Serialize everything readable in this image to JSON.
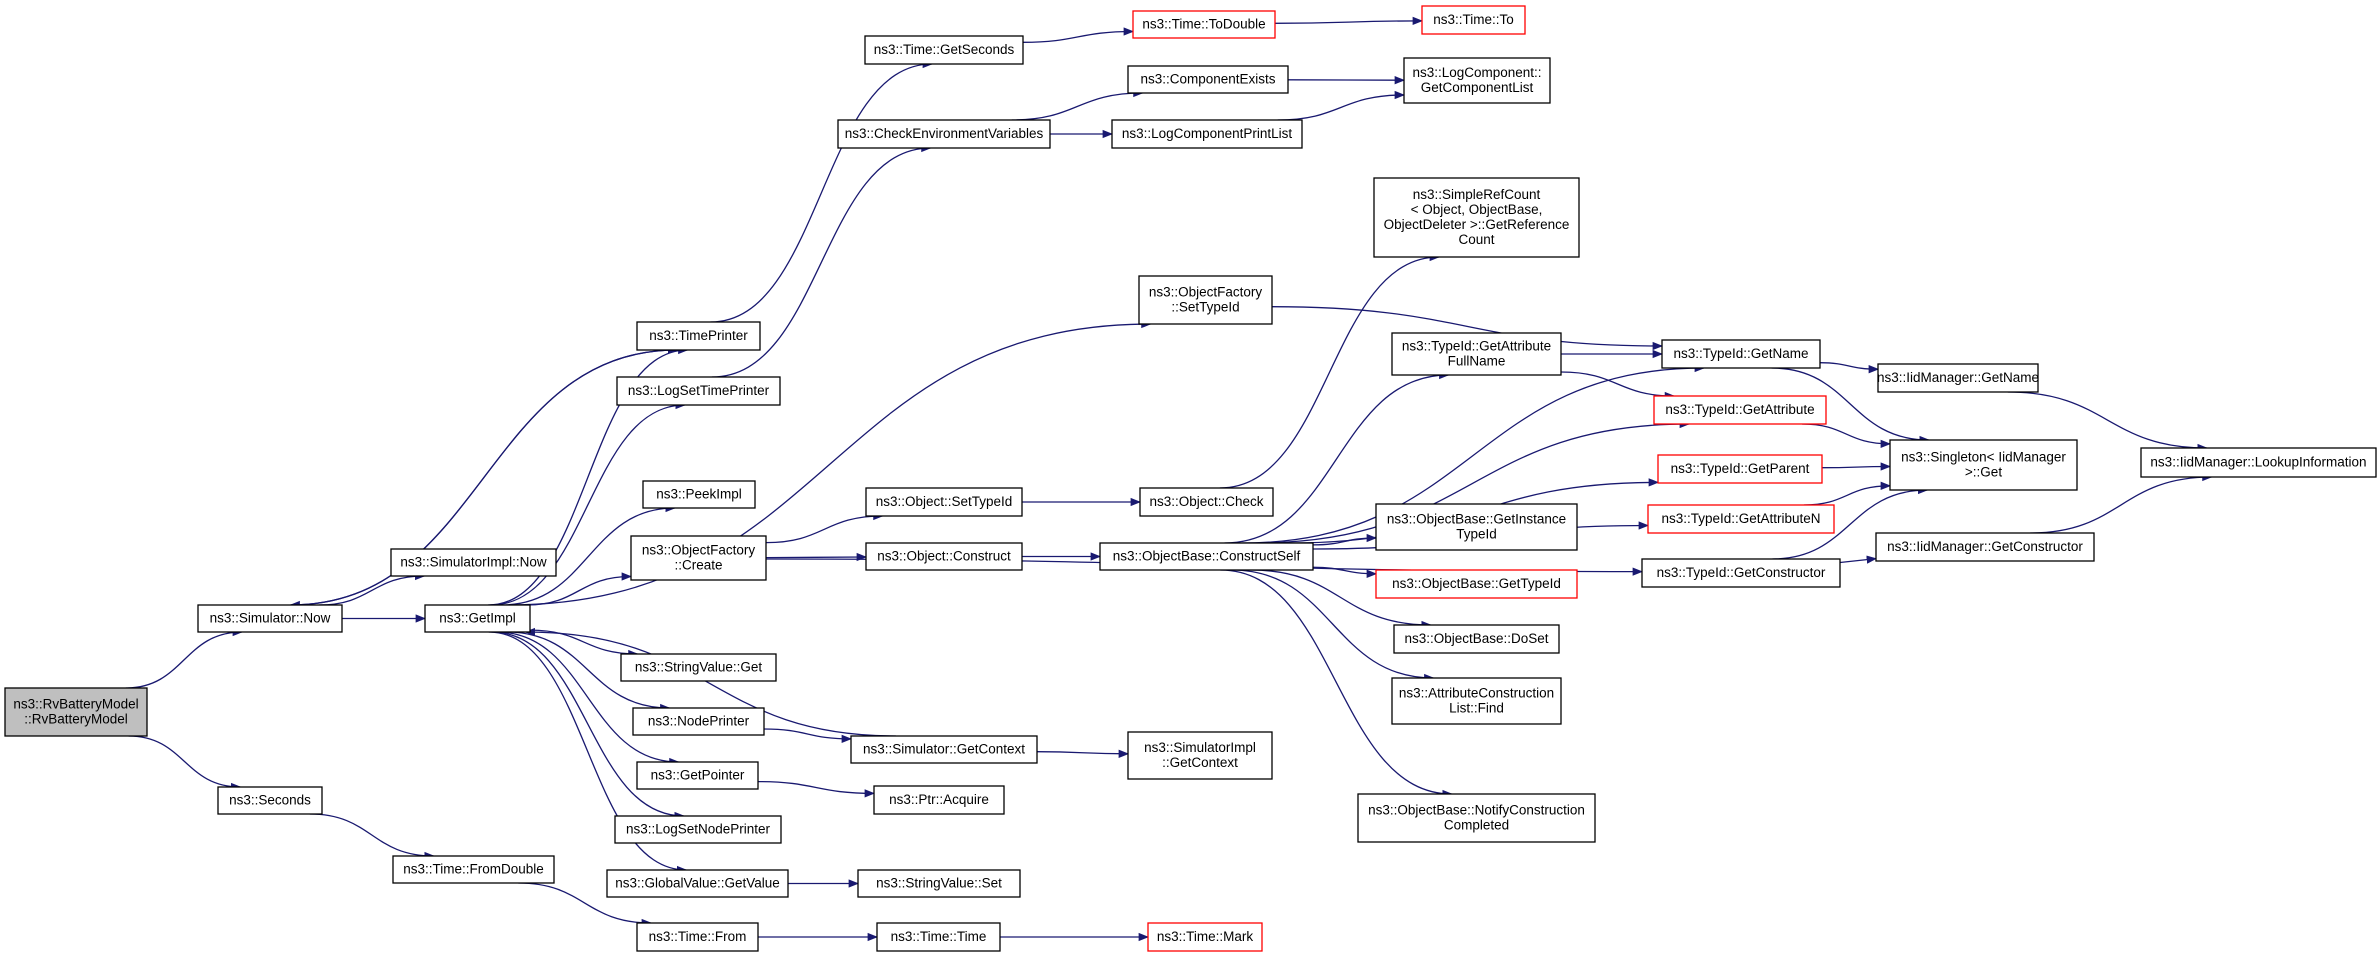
{
  "colors": {
    "edge": "#191970",
    "node_border": "#000000",
    "undocumented_border": "#ff0000",
    "root_fill": "#bfbfbf"
  },
  "nodes": [
    {
      "id": "n0",
      "lines": [
        "ns3::RvBatteryModel",
        "::RvBatteryModel"
      ],
      "style": "root"
    },
    {
      "id": "n1",
      "lines": [
        "ns3::Simulator::Now"
      ]
    },
    {
      "id": "n2",
      "lines": [
        "ns3::Seconds"
      ]
    },
    {
      "id": "n3",
      "lines": [
        "ns3::SimulatorImpl::Now"
      ]
    },
    {
      "id": "n4",
      "lines": [
        "ns3::GetImpl"
      ]
    },
    {
      "id": "n5",
      "lines": [
        "ns3::TimePrinter"
      ]
    },
    {
      "id": "n6",
      "lines": [
        "ns3::Time::FromDouble"
      ]
    },
    {
      "id": "n7",
      "lines": [
        "ns3::Time::GetSeconds"
      ]
    },
    {
      "id": "n8",
      "lines": [
        "ns3::Time::ToDouble"
      ],
      "style": "red"
    },
    {
      "id": "n9",
      "lines": [
        "ns3::Time::To"
      ],
      "style": "red"
    },
    {
      "id": "n10",
      "lines": [
        "ns3::LogSetTimePrinter"
      ]
    },
    {
      "id": "n11",
      "lines": [
        "ns3::PeekImpl"
      ]
    },
    {
      "id": "n12",
      "lines": [
        "ns3::ObjectFactory",
        "::Create"
      ]
    },
    {
      "id": "n13",
      "lines": [
        "ns3::StringValue::Get"
      ]
    },
    {
      "id": "n14",
      "lines": [
        "ns3::NodePrinter"
      ]
    },
    {
      "id": "n15",
      "lines": [
        "ns3::GetPointer"
      ]
    },
    {
      "id": "n16",
      "lines": [
        "ns3::LogSetNodePrinter"
      ]
    },
    {
      "id": "n17",
      "lines": [
        "ns3::GlobalValue::GetValue"
      ]
    },
    {
      "id": "n18",
      "lines": [
        "ns3::Time::From"
      ]
    },
    {
      "id": "n19",
      "lines": [
        "ns3::CheckEnvironmentVariables"
      ]
    },
    {
      "id": "n20",
      "lines": [
        "ns3::ComponentExists"
      ]
    },
    {
      "id": "n21",
      "lines": [
        "ns3::LogComponentPrintList"
      ]
    },
    {
      "id": "n22",
      "lines": [
        "ns3::LogComponent::",
        "GetComponentList"
      ]
    },
    {
      "id": "n23",
      "lines": [
        "ns3::ObjectFactory",
        "::SetTypeId"
      ]
    },
    {
      "id": "n24",
      "lines": [
        "ns3::Object::SetTypeId"
      ]
    },
    {
      "id": "n25",
      "lines": [
        "ns3::Object::Construct"
      ]
    },
    {
      "id": "n26",
      "lines": [
        "ns3::Object::Check"
      ]
    },
    {
      "id": "n27",
      "lines": [
        "ns3::ObjectBase::ConstructSelf"
      ]
    },
    {
      "id": "n28",
      "lines": [
        "ns3::Simulator::GetContext"
      ]
    },
    {
      "id": "n29",
      "lines": [
        "ns3::SimulatorImpl",
        "::GetContext"
      ]
    },
    {
      "id": "n30",
      "lines": [
        "ns3::Ptr::Acquire"
      ]
    },
    {
      "id": "n31",
      "lines": [
        "ns3::StringValue::Set"
      ]
    },
    {
      "id": "n32",
      "lines": [
        "ns3::Time::Time"
      ]
    },
    {
      "id": "n33",
      "lines": [
        "ns3::Time::Mark"
      ],
      "style": "red"
    },
    {
      "id": "n34",
      "lines": [
        "ns3::SimpleRefCount",
        "< Object, ObjectBase,",
        "ObjectDeleter >::GetReference",
        "Count"
      ]
    },
    {
      "id": "n35",
      "lines": [
        "ns3::TypeId::GetAttribute",
        "FullName"
      ]
    },
    {
      "id": "n36",
      "lines": [
        "ns3::ObjectBase::GetInstance",
        "TypeId"
      ]
    },
    {
      "id": "n37",
      "lines": [
        "ns3::ObjectBase::GetTypeId"
      ],
      "style": "red"
    },
    {
      "id": "n38",
      "lines": [
        "ns3::ObjectBase::DoSet"
      ]
    },
    {
      "id": "n39",
      "lines": [
        "ns3::AttributeConstruction",
        "List::Find"
      ]
    },
    {
      "id": "n40",
      "lines": [
        "ns3::ObjectBase::NotifyConstruction",
        "Completed"
      ]
    },
    {
      "id": "n41",
      "lines": [
        "ns3::TypeId::GetName"
      ]
    },
    {
      "id": "n42",
      "lines": [
        "ns3::TypeId::GetAttribute"
      ],
      "style": "red"
    },
    {
      "id": "n43",
      "lines": [
        "ns3::TypeId::GetParent"
      ],
      "style": "red"
    },
    {
      "id": "n44",
      "lines": [
        "ns3::TypeId::GetAttributeN"
      ],
      "style": "red"
    },
    {
      "id": "n45",
      "lines": [
        "ns3::TypeId::GetConstructor"
      ]
    },
    {
      "id": "n46",
      "lines": [
        "ns3::IidManager::GetName"
      ]
    },
    {
      "id": "n47",
      "lines": [
        "ns3::Singleton< IidManager",
        ">::Get"
      ]
    },
    {
      "id": "n48",
      "lines": [
        "ns3::IidManager::GetConstructor"
      ]
    },
    {
      "id": "n49",
      "lines": [
        "ns3::IidManager::LookupInformation"
      ]
    }
  ],
  "edges": [
    [
      "n0",
      "n1"
    ],
    [
      "n0",
      "n2"
    ],
    [
      "n1",
      "n3"
    ],
    [
      "n1",
      "n4"
    ],
    [
      "n1",
      "n5"
    ],
    [
      "n2",
      "n6"
    ],
    [
      "n4",
      "n5"
    ],
    [
      "n4",
      "n10"
    ],
    [
      "n4",
      "n11"
    ],
    [
      "n4",
      "n12"
    ],
    [
      "n4",
      "n13"
    ],
    [
      "n4",
      "n14"
    ],
    [
      "n4",
      "n15"
    ],
    [
      "n4",
      "n16"
    ],
    [
      "n4",
      "n17"
    ],
    [
      "n4",
      "n23"
    ],
    [
      "n5",
      "n7"
    ],
    [
      "n5",
      "n1"
    ],
    [
      "n7",
      "n8"
    ],
    [
      "n8",
      "n9"
    ],
    [
      "n10",
      "n19"
    ],
    [
      "n19",
      "n20"
    ],
    [
      "n19",
      "n21"
    ],
    [
      "n20",
      "n22"
    ],
    [
      "n21",
      "n22"
    ],
    [
      "n12",
      "n24"
    ],
    [
      "n12",
      "n25"
    ],
    [
      "n12",
      "n45"
    ],
    [
      "n24",
      "n26"
    ],
    [
      "n25",
      "n27"
    ],
    [
      "n26",
      "n34"
    ],
    [
      "n23",
      "n41"
    ],
    [
      "n27",
      "n35"
    ],
    [
      "n27",
      "n41"
    ],
    [
      "n27",
      "n42"
    ],
    [
      "n27",
      "n43"
    ],
    [
      "n27",
      "n36"
    ],
    [
      "n27",
      "n37"
    ],
    [
      "n27",
      "n38"
    ],
    [
      "n27",
      "n39"
    ],
    [
      "n27",
      "n44"
    ],
    [
      "n27",
      "n40"
    ],
    [
      "n28",
      "n29"
    ],
    [
      "n28",
      "n4"
    ],
    [
      "n14",
      "n28"
    ],
    [
      "n15",
      "n30"
    ],
    [
      "n17",
      "n31"
    ],
    [
      "n6",
      "n18"
    ],
    [
      "n18",
      "n32"
    ],
    [
      "n32",
      "n33"
    ],
    [
      "n35",
      "n41"
    ],
    [
      "n35",
      "n42"
    ],
    [
      "n41",
      "n46"
    ],
    [
      "n41",
      "n47"
    ],
    [
      "n42",
      "n47"
    ],
    [
      "n43",
      "n47"
    ],
    [
      "n44",
      "n47"
    ],
    [
      "n45",
      "n47"
    ],
    [
      "n45",
      "n48"
    ],
    [
      "n46",
      "n49"
    ],
    [
      "n48",
      "n49"
    ]
  ]
}
